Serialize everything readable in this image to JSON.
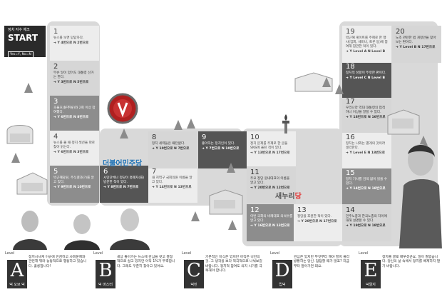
{
  "start": {
    "subtitle": "정치 지수 체크",
    "title": "START",
    "legend": "Yes=Y, No=N"
  },
  "cells": [
    {
      "n": "1",
      "text": "뉴스를 보면 답답하다.",
      "nav": [
        "➜ Y 4번으로 N 2번으로"
      ]
    },
    {
      "n": "2",
      "text": "무슨 일이 있어도 대통령 선거는 한다.",
      "nav": [
        "➜ Y 3번으로 N 5번으로"
      ]
    },
    {
      "n": "3",
      "text": "호불호(好不好)와 2회 이상 참여했다.",
      "nav": [
        "➜ Y 6번으로 N 8번으로"
      ]
    },
    {
      "n": "4",
      "text": "뉴스를 볼 때 정치 섹션을 따로 찾아 읽는다.",
      "nav": [
        "➜ Y 6번으로 N 3번으로"
      ]
    },
    {
      "n": "5",
      "text": "박근혜당원, 주식결과(?)를 알고 있다.",
      "nav": [
        "➜ Y 9번으로 N 10번으로"
      ]
    },
    {
      "n": "6",
      "text": "시민단체나 정당이 홍폐지(를) 방문한 적이 있다.",
      "nav": [
        "➜ Y 8번으로 N 7번으로"
      ]
    },
    {
      "n": "7",
      "text": "내 지역구 국회의원 이름을 알고 있다.",
      "nav": [
        "➜ Y 14번으로 N 13번으로"
      ]
    },
    {
      "n": "8",
      "text": "정치 세력들은 패턴없다.",
      "nav": [
        "➜ Y 10번으로 N 7번으로"
      ]
    },
    {
      "n": "9",
      "text": "좋아하는 정치인이 있다.",
      "nav": [
        "➜ Y 7번으로 N 10번으로"
      ]
    },
    {
      "n": "10",
      "text": "정치 문제를 주제로 한 글을 SNS에 올린 적이 있다.",
      "nav": [
        "➜ Y 13번으로 N 17번으로"
      ]
    },
    {
      "n": "11",
      "text": "주요 정당 원내대표의 이름을 알고 있다.",
      "nav": [
        "➜ Y 20번으로 N 12번으로"
      ]
    },
    {
      "n": "12",
      "text": "이번 국회의 비례대표 의석수를 알고 있다.",
      "nav": [
        "➜ Y 16번으로 N 13번으로"
      ]
    },
    {
      "n": "13",
      "text": "정당을 후원한 적이 있다.",
      "nav": [
        "➜ Y 20번으로 N 17번으로"
      ]
    },
    {
      "n": "14",
      "text": "민주노총과 한국노총의 차이에 대해 설명할 수 있다.",
      "nav": [
        "➜ Y 19번으로 N 18번으로"
      ]
    },
    {
      "n": "15",
      "text": "정치 기사를 검색 없이 읽을 수 있다.",
      "nav": [
        "➜ Y 14번으로 N 18번으로"
      ]
    },
    {
      "n": "16",
      "text": "정치는 나와는 별개의 것이라 생각한다.",
      "nav": [
        "➜ Y Level E  N 18번으로"
      ]
    },
    {
      "n": "17",
      "text": "우리나라 역대 대통령의 업적 하나 이상을 말할 수 있다.",
      "nav": [
        "➜ Y 18번으로 N 16번으로"
      ]
    },
    {
      "n": "18",
      "text": "정치적 성향이 뚜렷한 편이다.",
      "nav": [
        "➜ Y Level C  N Level B"
      ]
    },
    {
      "n": "19",
      "text": "박근혜 게이트를 주제로 한 행사(집회, 세미나, 토론 등)에 참여해 참관한 적이 있다.",
      "nav": [
        "➜ Y Level A  N Level B"
      ]
    },
    {
      "n": "20",
      "text": "노조 관련한 법 개정안을 찾아보는 편이다.",
      "nav": [
        "➜ Y Level B  N 17번으로"
      ]
    }
  ],
  "levels": [
    {
      "word": "Level",
      "letter": "A",
      "name": "덕 오브 덕",
      "desc": "정치시사계 이슈에 민감하고 사회문제와 관련해 뭐라 능동적으로 행동하고 있습니다. 훌륭합니다!"
    },
    {
      "word": "Level",
      "letter": "B",
      "name": "덕 마스터",
      "desc": "세상 돌아가는 뉴스에 관심을 갖고 결정적으로 살고 있지만 아직 1%가 부족합니다. 그래도 꾸준히 찾아고 있어요."
    },
    {
      "word": "Level",
      "letter": "C",
      "name": "덕민",
      "desc": "기본적인 지식은 있지만 아직은 나만의 것. 그 생각을 보다 적극적으로 나눠보길 바랍니다. 정치적 참여도 의지 시기를 극복해야 합니다."
    },
    {
      "word": "Level",
      "letter": "D",
      "name": "입덕",
      "desc": "관심은 있지만 무엇부터 해야 할지 몰라 방황하는 당신. 답답할 때가 많죠? 지금부터 알아가면 돼요."
    },
    {
      "word": "Level",
      "letter": "E",
      "name": "덕알지",
      "desc": "정치를 글로 배우셨군요. 일이 잘없습니다. 당신의 삶 속에서 정치를 배제하지 말기 바랍니다."
    }
  ],
  "logos": {
    "minjoo": "더불어민주당",
    "saenuri_a": "새누리",
    "saenuri_b": "당"
  },
  "colors": {
    "cell_light": "#ededed",
    "cell_mid": "#d6d6d6",
    "cell_dark": "#8d8d8d",
    "cell_darker": "#555555",
    "minjoo_blue": "#1f73b7",
    "saenuri_red": "#e23a39"
  }
}
